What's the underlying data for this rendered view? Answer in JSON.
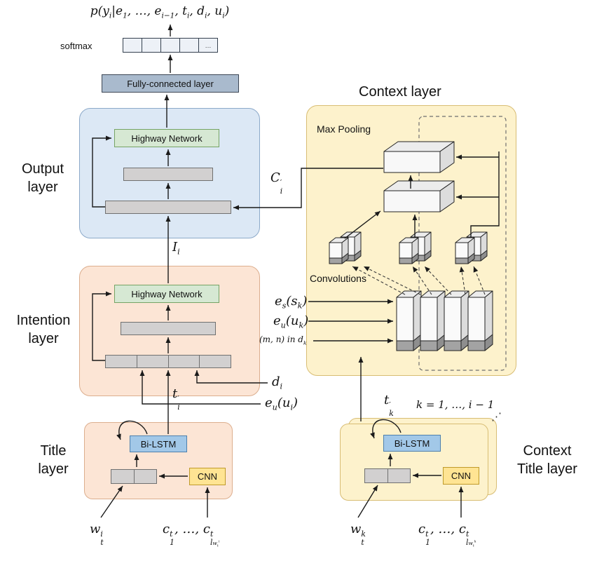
{
  "figure": {
    "formula": "p(y<sub>i</sub>|e<sub>1</sub>, …, e<sub>i−1</sub>, t<sub>i</sub>, d<sub>i</sub>, u<sub>i</sub>)",
    "softmax": "softmax",
    "softmax_dots": "…",
    "fully_connected": "Fully-connected layer",
    "highway": "Highway Network",
    "bilstm": "Bi-LSTM",
    "cnn": "CNN",
    "max_pooling": "Max Pooling",
    "convolutions": "Convolutions",
    "stack_dots": "⋰"
  },
  "layers": {
    "output": "Output layer",
    "intention": "Intention layer",
    "title": "Title layer",
    "context": "Context layer",
    "context_title": "Context Title layer"
  },
  "math": {
    "c_prime_i": "C<span class=\"ss\"><span>′</span><span>i</span></span>",
    "I_i": "I<sub>i</sub>",
    "t_prime_i": "t<span class=\"ss\"><span>′</span><span>i</span></span>",
    "d_i": "d<sub>i</sub>",
    "e_u_u_i": "e<sub>u</sub>(u<sub>i</sub>)",
    "e_s_s_k": "e<sub>s</sub>(s<sub>k</sub>)",
    "e_u_u_k": "e<sub>u</sub>(u<sub>k</sub>)",
    "m_n_in_d_k": "(m, n) in d<sub>k</sub>",
    "t_prime_k": "t<span class=\"ss\"><span>′</span><span>k</span></span>",
    "k_range": "k = 1, …, i − 1",
    "w_t_i": "w<span class=\"ss\"><span>i</span><span>t</span></span>",
    "w_t_k": "w<span class=\"ss\"><span>k</span><span>t</span></span>",
    "c_seq_i": "c<span class=\"ss\"><span>t</span><span>1</span></span>, …, c<span class=\"ss\"><span>t</span><span>l<span class=\"tiny\">w<sub>t</sub><sup>i</sup></span></span></span>",
    "c_seq_k": "c<span class=\"ss\"><span>t</span><span>1</span></span>, …, c<span class=\"ss\"><span>t</span><span>l<span class=\"tiny\">w<sub>t</sub><sup>k</sup></span></span></span>"
  },
  "colors": {
    "output_fill": "#dce8f5",
    "output_stroke": "#8ca9c9",
    "warm_fill": "#fce5d5",
    "warm_stroke": "#dcae8e",
    "ctx_fill": "#fdf2cc",
    "ctx_stroke": "#d8bd74",
    "green_fill": "#d6e8d3",
    "green_stroke": "#76a465",
    "fc_fill": "#a9bacd",
    "fc_stroke": "#3c4654",
    "bilstm_fill": "#a2c8e8",
    "bilstm_stroke": "#4d80ad",
    "cnn_fill": "#ffe493",
    "cnn_stroke": "#bf9b2b",
    "bar_fill": "#d2d0d0",
    "bar_stroke": "#707070",
    "cell_fill": "#edf1f7",
    "cell_stroke": "#35414f",
    "line": "#1a1a1a"
  }
}
